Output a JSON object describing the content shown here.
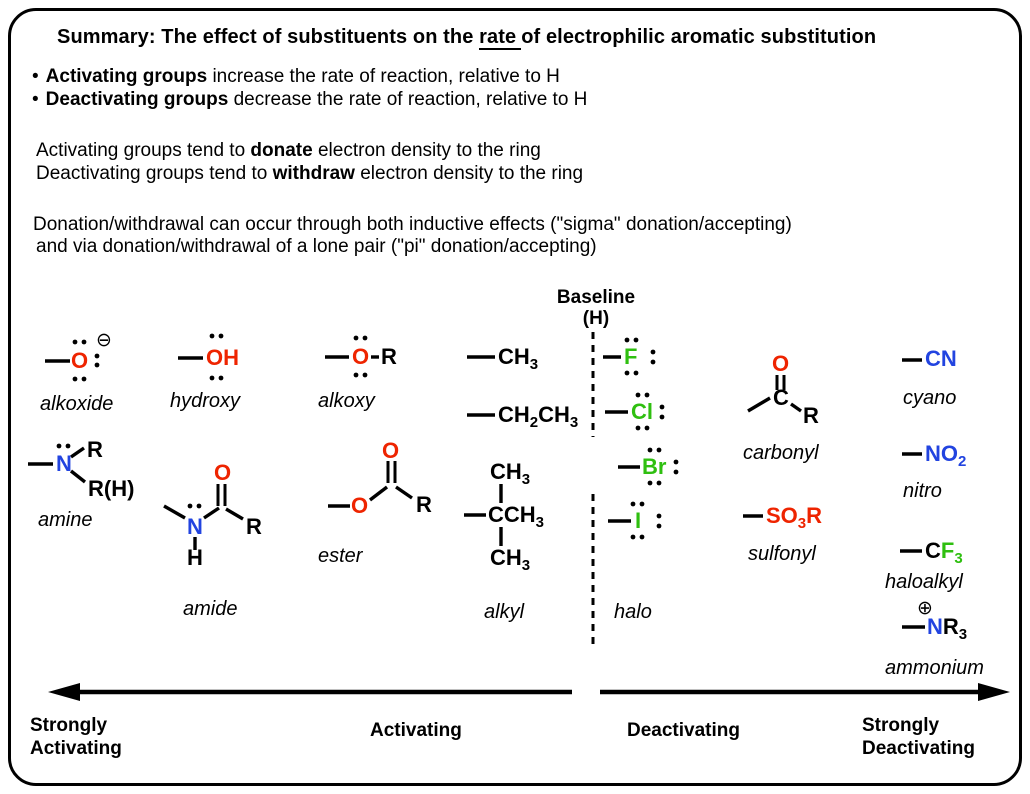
{
  "colors": {
    "red": "#ee2400",
    "blue": "#2244e0",
    "green": "#2fbf10",
    "black": "#000000"
  },
  "header": {
    "title_pre": "Summary: The effect of substituents on the ",
    "title_underline": "rate",
    "title_post": "of electrophilic aromatic substitution",
    "bullets": [
      {
        "bullet": "•",
        "bold": "Activating groups",
        "rest": " increase the rate of reaction, relative to H"
      },
      {
        "bullet": "•",
        "bold": "Deactivating groups",
        "rest": " decrease the rate of reaction, relative to H"
      }
    ],
    "tendency": [
      {
        "pre": "Activating groups tend to ",
        "bold": "donate",
        "post": " electron density to the ring"
      },
      {
        "pre": "Deactivating groups tend to ",
        "bold": "withdraw",
        "post": " electron density to the ring"
      }
    ],
    "note1": "Donation/withdrawal can occur through both inductive effects (\"sigma\" donation/accepting)",
    "note2": "and via donation/withdrawal of a lone pair (\"pi\" donation/accepting)"
  },
  "baseline": {
    "line1": "Baseline",
    "line2": "(H)"
  },
  "groups": {
    "alkoxide": {
      "o": "O",
      "charge": "⊖",
      "label": "alkoxide"
    },
    "hydroxy": {
      "oh": "OH",
      "label": "hydroxy"
    },
    "alkoxy": {
      "o": "O",
      "r": "R",
      "label": "alkoxy"
    },
    "methyl": {
      "p1": "CH",
      "sub1": "3"
    },
    "ethyl": {
      "p1": "CH",
      "sub1": "2",
      "p2": "CH",
      "sub2": "3"
    },
    "amine": {
      "n": "N",
      "r1": "R",
      "r2": "R(H)",
      "label": "amine"
    },
    "amide": {
      "n": "N",
      "h": "H",
      "o": "O",
      "r": "R",
      "label": "amide"
    },
    "ester": {
      "o_left": "O",
      "o_top": "O",
      "r": "R",
      "label": "ester"
    },
    "tbutyl": {
      "top": "CH",
      "top_sub": "3",
      "mid": "CCH",
      "mid_sub": "3",
      "bottom": "CH",
      "bottom_sub": "3",
      "label": "alkyl"
    },
    "halo": {
      "f": "F",
      "cl": "Cl",
      "br": "Br",
      "i": "I",
      "label": "halo"
    },
    "carbonyl": {
      "o": "O",
      "c": "C",
      "r": "R",
      "label": "carbonyl"
    },
    "sulfonyl": {
      "p1": "SO",
      "sub1": "3",
      "r": "R",
      "label": "sulfonyl"
    },
    "cyano": {
      "cn": "CN",
      "label": "cyano"
    },
    "nitro": {
      "p1": "NO",
      "sub1": "2",
      "label": "nitro"
    },
    "haloalkyl": {
      "c": "C",
      "f": "F",
      "sub1": "3",
      "label": "haloalkyl"
    },
    "ammonium": {
      "charge": "⊕",
      "n": "N",
      "r": "R",
      "sub1": "3",
      "label": "ammonium"
    }
  },
  "axis": {
    "strongly_activating_line1": "Strongly",
    "strongly_activating_line2": "Activating",
    "activating": "Activating",
    "deactivating": "Deactivating",
    "strongly_deactivating_line1": "Strongly",
    "strongly_deactivating_line2": "Deactivating"
  }
}
